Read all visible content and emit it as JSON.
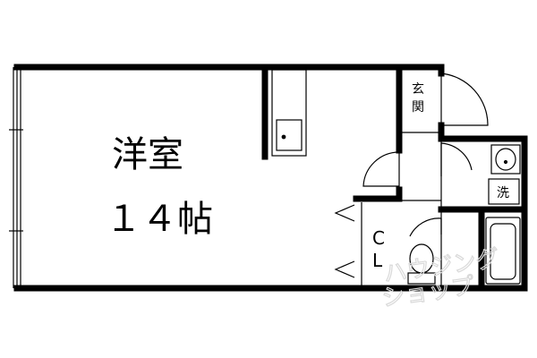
{
  "floorplan": {
    "main_room": {
      "type": "洋室",
      "size": "１４帖"
    },
    "entrance_label": "玄関",
    "laundry_label": "洗",
    "closet_label": {
      "line1": "C",
      "line2": "L"
    },
    "watermark": "ハウジングショップ"
  }
}
